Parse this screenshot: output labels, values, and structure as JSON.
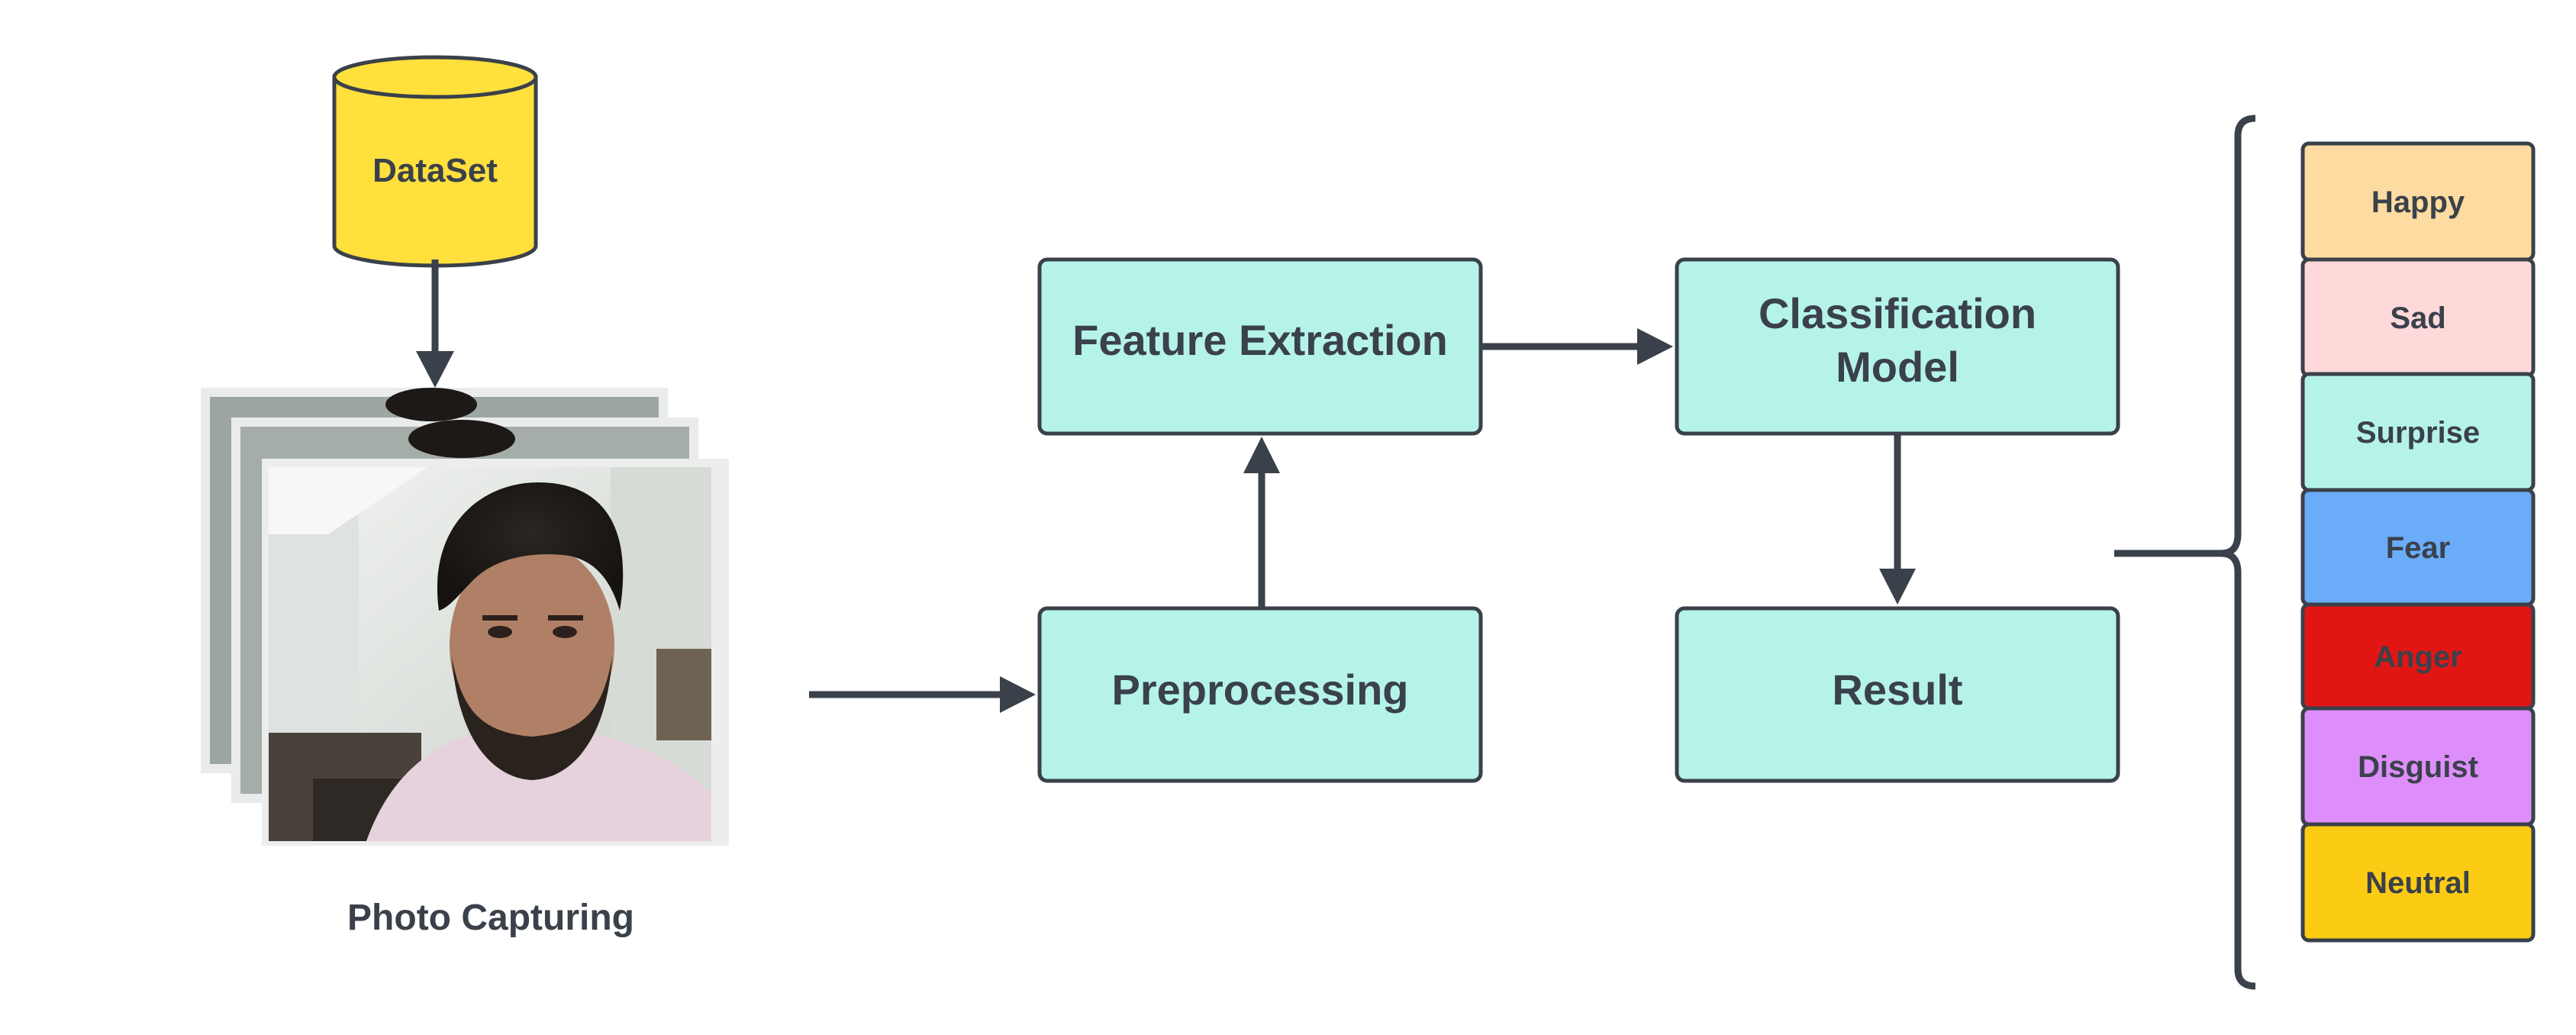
{
  "dataset": {
    "label": "DataSet",
    "color": "#ffe03d"
  },
  "photos": {
    "caption": "Photo Capturing"
  },
  "steps": {
    "feature_extraction": "Feature Extraction",
    "classification_line1": "Classification",
    "classification_line2": "Model",
    "preprocessing": "Preprocessing",
    "result": "Result"
  },
  "colors": {
    "process_fill": "#b5f3e9",
    "stroke": "#3a414a"
  },
  "emotions": [
    {
      "label": "Happy",
      "color": "#fedba0"
    },
    {
      "label": "Sad",
      "color": "#ffd8da"
    },
    {
      "label": "Surprise",
      "color": "#b5f3e9"
    },
    {
      "label": "Fear",
      "color": "#6bacf9"
    },
    {
      "label": "Anger",
      "color": "#e21515"
    },
    {
      "label": "Disguist",
      "color": "#de8efa"
    },
    {
      "label": "Neutral",
      "color": "#fccc14"
    }
  ]
}
